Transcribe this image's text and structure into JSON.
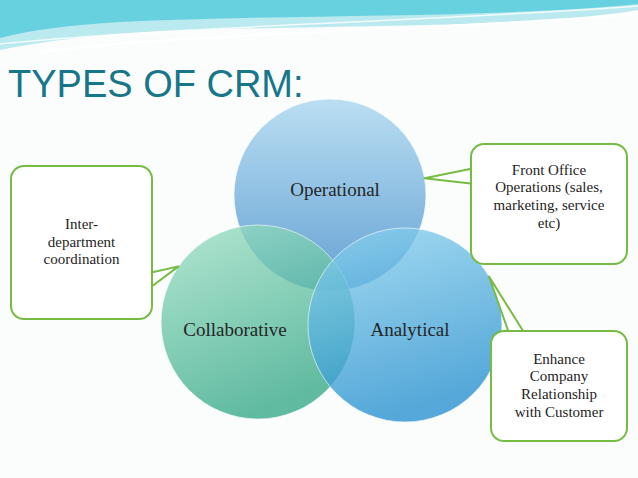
{
  "diagram": {
    "title": "TYPES OF CRM:",
    "nodes": [
      {
        "text": [
          "Operational"
        ]
      },
      {
        "text": [
          "Front Office Operations (sales, marketing, service etc)"
        ]
      },
      {
        "text": [
          "Inter- department coordination"
        ]
      },
      {
        "text": [
          "Collaborative"
        ]
      },
      {
        "text": [
          "Analytical"
        ]
      },
      {
        "text": [
          "Enhance Company Relationship with Customer"
        ]
      }
    ],
    "edges": [
      {
        "from": 1,
        "to": 0,
        "arrow": "none"
      },
      {
        "from": 2,
        "to": 3,
        "arrow": "none"
      },
      {
        "from": 5,
        "to": 4,
        "arrow": "none"
      }
    ]
  }
}
